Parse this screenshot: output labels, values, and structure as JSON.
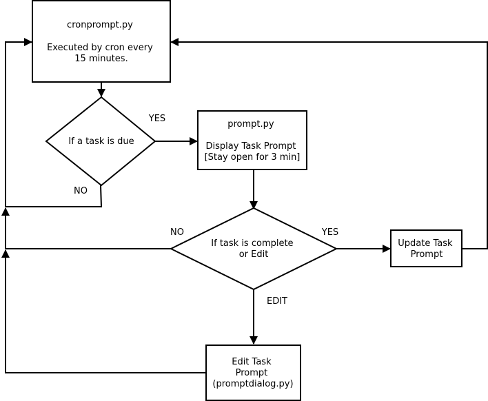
{
  "nodes": {
    "cronprompt": {
      "lines": [
        "cronprompt.py",
        "",
        "Executed by cron every",
        "15 minutes."
      ]
    },
    "task_due": {
      "lines": [
        "If a task is due"
      ]
    },
    "prompt": {
      "lines": [
        "prompt.py",
        "",
        "Display Task Prompt",
        "[Stay open for 3 min]"
      ]
    },
    "complete": {
      "lines": [
        "If task is complete",
        "or Edit"
      ]
    },
    "update": {
      "lines": [
        "Update Task",
        "Prompt"
      ]
    },
    "edit": {
      "lines": [
        "Edit Task",
        "Prompt",
        "(promptdialog.py)"
      ]
    }
  },
  "edges": {
    "due_yes": "YES",
    "due_no": "NO",
    "complete_no": "NO",
    "complete_yes": "YES",
    "complete_edit": "EDIT"
  },
  "colors": {
    "stroke": "#000000",
    "background": "#ffffff"
  }
}
